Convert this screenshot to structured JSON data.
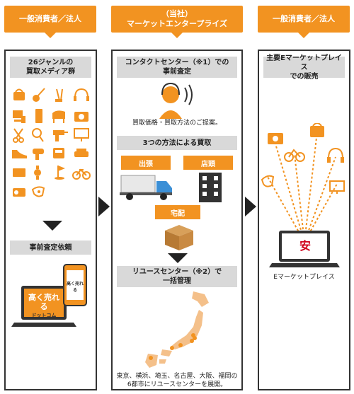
{
  "columns": {
    "left": {
      "header": "一般消費者／法人"
    },
    "middle": {
      "header_line1": "（当社）",
      "header_line2": "マーケットエンタープライズ"
    },
    "right": {
      "header": "一般消費者／法人"
    }
  },
  "left": {
    "genres_title_line1": "26ジャンルの",
    "genres_title_line2": "買取メディア群",
    "request_title": "事前査定依頼",
    "laptop_logo": "高く売れる",
    "laptop_logo_sub": "ドットコム",
    "phone_logo": "高く売れる"
  },
  "middle": {
    "contact_title_line1": "コンタクトセンター（※1）での",
    "contact_title_line2": "事前査定",
    "contact_caption": "買取価格・買取方法のご提案。",
    "methods_title": "3つの方法による買取",
    "method_1": "出張",
    "method_2": "店頭",
    "method_3": "宅配",
    "reuse_title_line1": "リユースセンター（※2）で",
    "reuse_title_line2": "一括管理",
    "reuse_caption_line1": "東京、横浜、埼玉、名古屋、大阪、福岡の",
    "reuse_caption_line2": "6都市にリユースセンターを展開。"
  },
  "right": {
    "sales_title_line1": "主要Eマーケットプレイス",
    "sales_title_line2": "での販売",
    "laptop_logo": "安",
    "laptop_caption": "Eマーケットプレイス"
  },
  "colors": {
    "accent": "#f29321",
    "dark": "#333333",
    "gray": "#d9d9d9"
  }
}
